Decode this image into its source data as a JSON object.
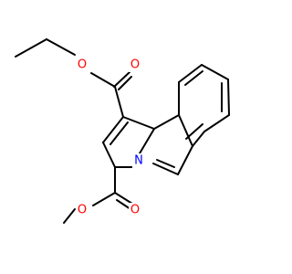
{
  "colors": {
    "bond": "#000000",
    "oxygen": "#ff0000",
    "nitrogen": "#0000ff",
    "background": "#ffffff"
  },
  "atoms": {
    "o_ethyl_ether": "O",
    "o_ethyl_carbonyl": "O",
    "n_ring": "N",
    "o_methyl_carbonyl": "O",
    "o_methyl_ether": "O"
  }
}
